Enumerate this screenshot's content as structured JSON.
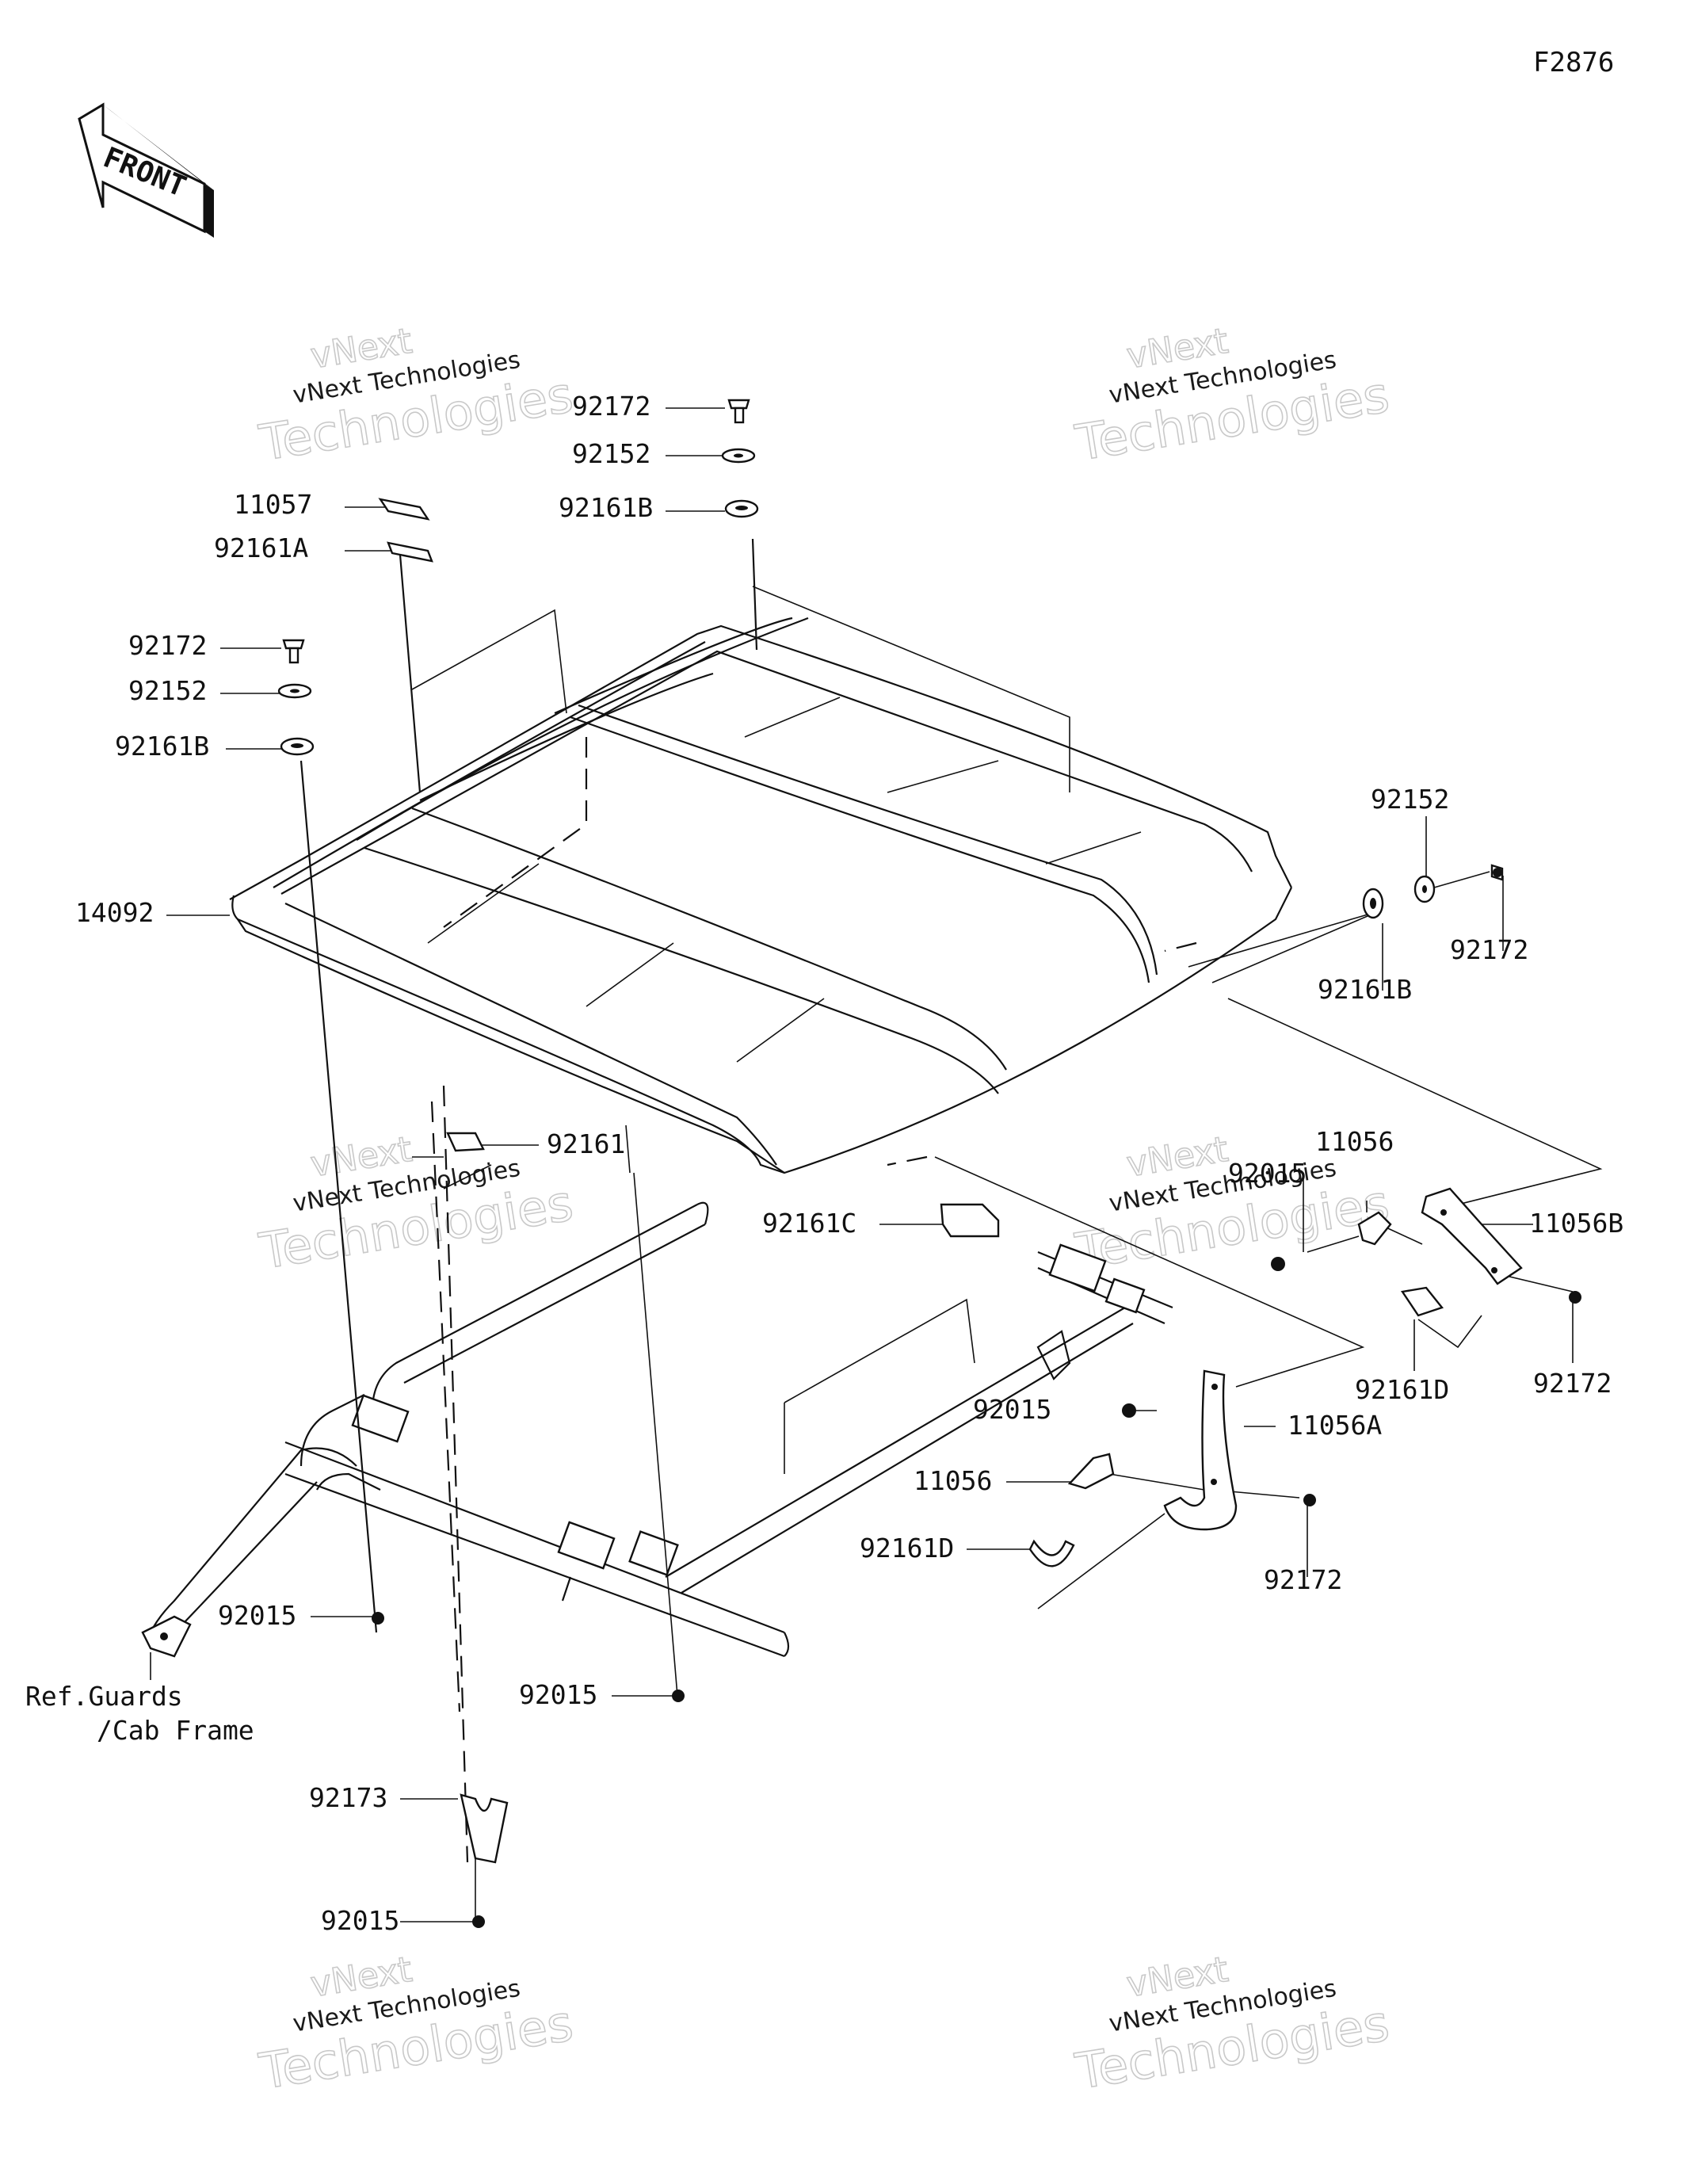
{
  "diagram_code": "F2876",
  "front_arrow_label": "FRONT",
  "watermark": {
    "line1": "vNext Technologies",
    "line2": "vNext",
    "line3": "Technologies"
  },
  "reference_note": {
    "line1": "Ref.Guards",
    "line2": "/Cab Frame"
  },
  "callouts": [
    {
      "id": "c1",
      "part": "92172"
    },
    {
      "id": "c2",
      "part": "92152"
    },
    {
      "id": "c3",
      "part": "92161B"
    },
    {
      "id": "c4",
      "part": "11057"
    },
    {
      "id": "c5",
      "part": "92161A"
    },
    {
      "id": "c6",
      "part": "92172"
    },
    {
      "id": "c7",
      "part": "92152"
    },
    {
      "id": "c8",
      "part": "92161B"
    },
    {
      "id": "c9",
      "part": "14092"
    },
    {
      "id": "c10",
      "part": "92152"
    },
    {
      "id": "c11",
      "part": "92172"
    },
    {
      "id": "c12",
      "part": "92161B"
    },
    {
      "id": "c13",
      "part": "92161"
    },
    {
      "id": "c14",
      "part": "92161C"
    },
    {
      "id": "c15",
      "part": "11056"
    },
    {
      "id": "c16",
      "part": "92015"
    },
    {
      "id": "c17",
      "part": "11056B"
    },
    {
      "id": "c18",
      "part": "92161D"
    },
    {
      "id": "c19",
      "part": "92172"
    },
    {
      "id": "c20",
      "part": "92015"
    },
    {
      "id": "c21",
      "part": "11056A"
    },
    {
      "id": "c22",
      "part": "11056"
    },
    {
      "id": "c23",
      "part": "92161D"
    },
    {
      "id": "c24",
      "part": "92172"
    },
    {
      "id": "c25",
      "part": "92015"
    },
    {
      "id": "c26",
      "part": "92015"
    },
    {
      "id": "c27",
      "part": "92173"
    },
    {
      "id": "c28",
      "part": "92015"
    }
  ]
}
